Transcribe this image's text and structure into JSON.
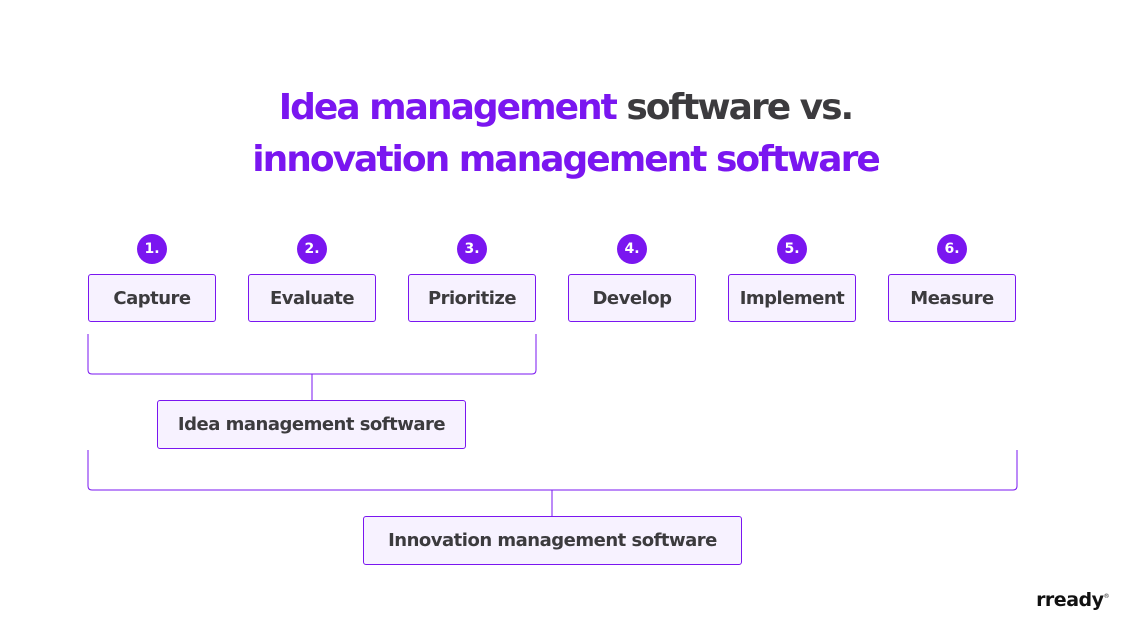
{
  "title": {
    "line1_highlight": "Idea management",
    "line1_rest": " software vs.",
    "line2": "innovation management software"
  },
  "steps": [
    {
      "number": "1.",
      "label": "Capture"
    },
    {
      "number": "2.",
      "label": "Evaluate"
    },
    {
      "number": "3.",
      "label": "Prioritize"
    },
    {
      "number": "4.",
      "label": "Develop"
    },
    {
      "number": "5.",
      "label": "Implement"
    },
    {
      "number": "6.",
      "label": "Measure"
    }
  ],
  "groups": {
    "idea": "Idea management software",
    "innovation": "Innovation management software"
  },
  "logo": {
    "text": "rready",
    "mark": "®"
  },
  "colors": {
    "accent": "#7a16f0",
    "text": "#3c3b3e",
    "box_fill": "#f7f2ff"
  }
}
